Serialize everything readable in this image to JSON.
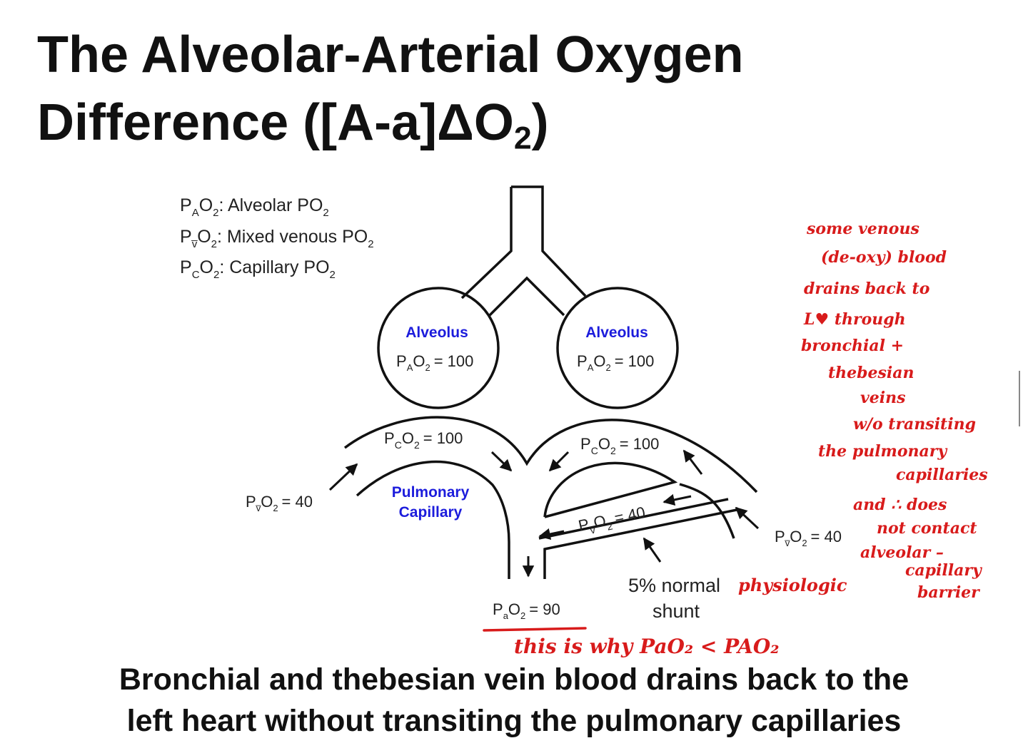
{
  "title": {
    "line1": "The Alveolar-Arterial Oxygen",
    "line2_main": "Difference ([A-a]ΔO",
    "line2_sub": "2",
    "line2_end": ")"
  },
  "legend": [
    {
      "p": "P",
      "sub1": "A",
      "o": "O",
      "sub2": "2",
      "text": ": Alveolar PO",
      "sub3": "2"
    },
    {
      "p": "P",
      "sub1": "v̅",
      "o": "O",
      "sub2": "2",
      "text": ": Mixed venous PO",
      "sub3": "2"
    },
    {
      "p": "P",
      "sub1": "C",
      "o": "O",
      "sub2": "2",
      "text": ": Capillary PO",
      "sub3": "2"
    }
  ],
  "alveolus_left": {
    "name": "Alveolus",
    "value": "= 100"
  },
  "alveolus_right": {
    "name": "Alveolus",
    "value": "= 100"
  },
  "capillary_left": {
    "value": "= 100"
  },
  "capillary_right": {
    "value": "= 100"
  },
  "venous_left": {
    "value": "= 40"
  },
  "venous_right": {
    "value": "= 40"
  },
  "venous_shunt": {
    "value": "= 40"
  },
  "arterial": {
    "value": "= 90"
  },
  "pulmonary_capillary": {
    "line1": "Pulmonary",
    "line2": "Capillary"
  },
  "shunt_label": {
    "line1": "5% normal",
    "line2": "shunt"
  },
  "handwritten": {
    "physiologic": "physiologic",
    "why": "this is why PaO₂ < PAO₂",
    "note_lines": [
      "some venous",
      "(de-oxy) blood",
      "drains back to",
      "L♥ through",
      "bronchial +",
      "thebesian",
      "veins",
      "w/o transiting",
      "the pulmonary",
      "capillaries",
      "and ∴ does",
      "not contact",
      "alveolar –",
      "capillary",
      "barrier"
    ]
  },
  "caption": {
    "line1": "Bronchial and thebesian vein blood drains back to the",
    "line2": "left heart without transiting the pulmonary capillaries"
  },
  "colors": {
    "annotation": "#d81b1b",
    "label_blue": "#1c1cdc",
    "text": "#111111"
  }
}
